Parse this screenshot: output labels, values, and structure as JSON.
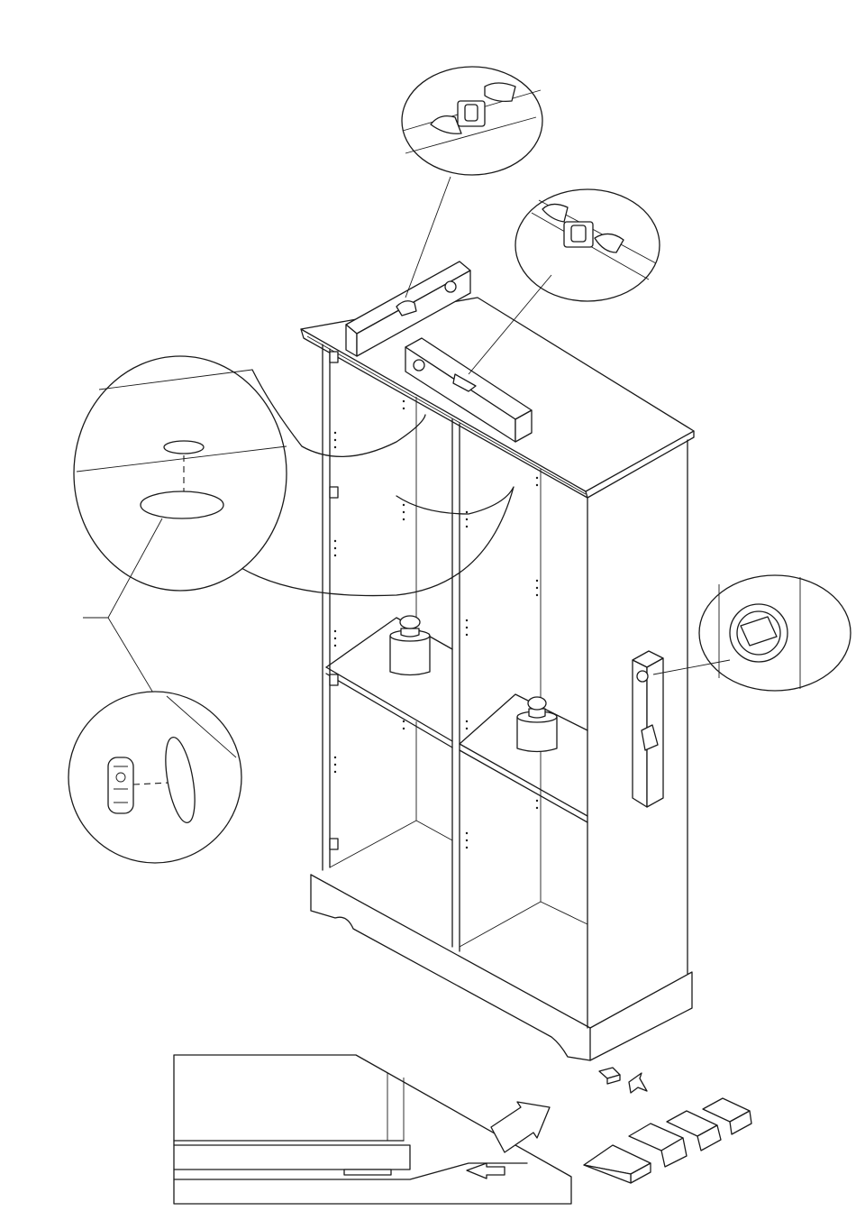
{
  "diagram": {
    "kind": "assembly-instruction-illustration",
    "text_labels": [],
    "colors": {
      "line": "#1a1a1a",
      "background": "#ffffff"
    },
    "parts": [
      "cabinet",
      "spirit-level-top-left",
      "spirit-level-top-right",
      "spirit-level-side",
      "shelf-weight-upper",
      "shelf-weight-lower",
      "shelf-pin-detail",
      "hole-cap-detail",
      "leveling-wedges",
      "floor-gap-detail"
    ]
  }
}
